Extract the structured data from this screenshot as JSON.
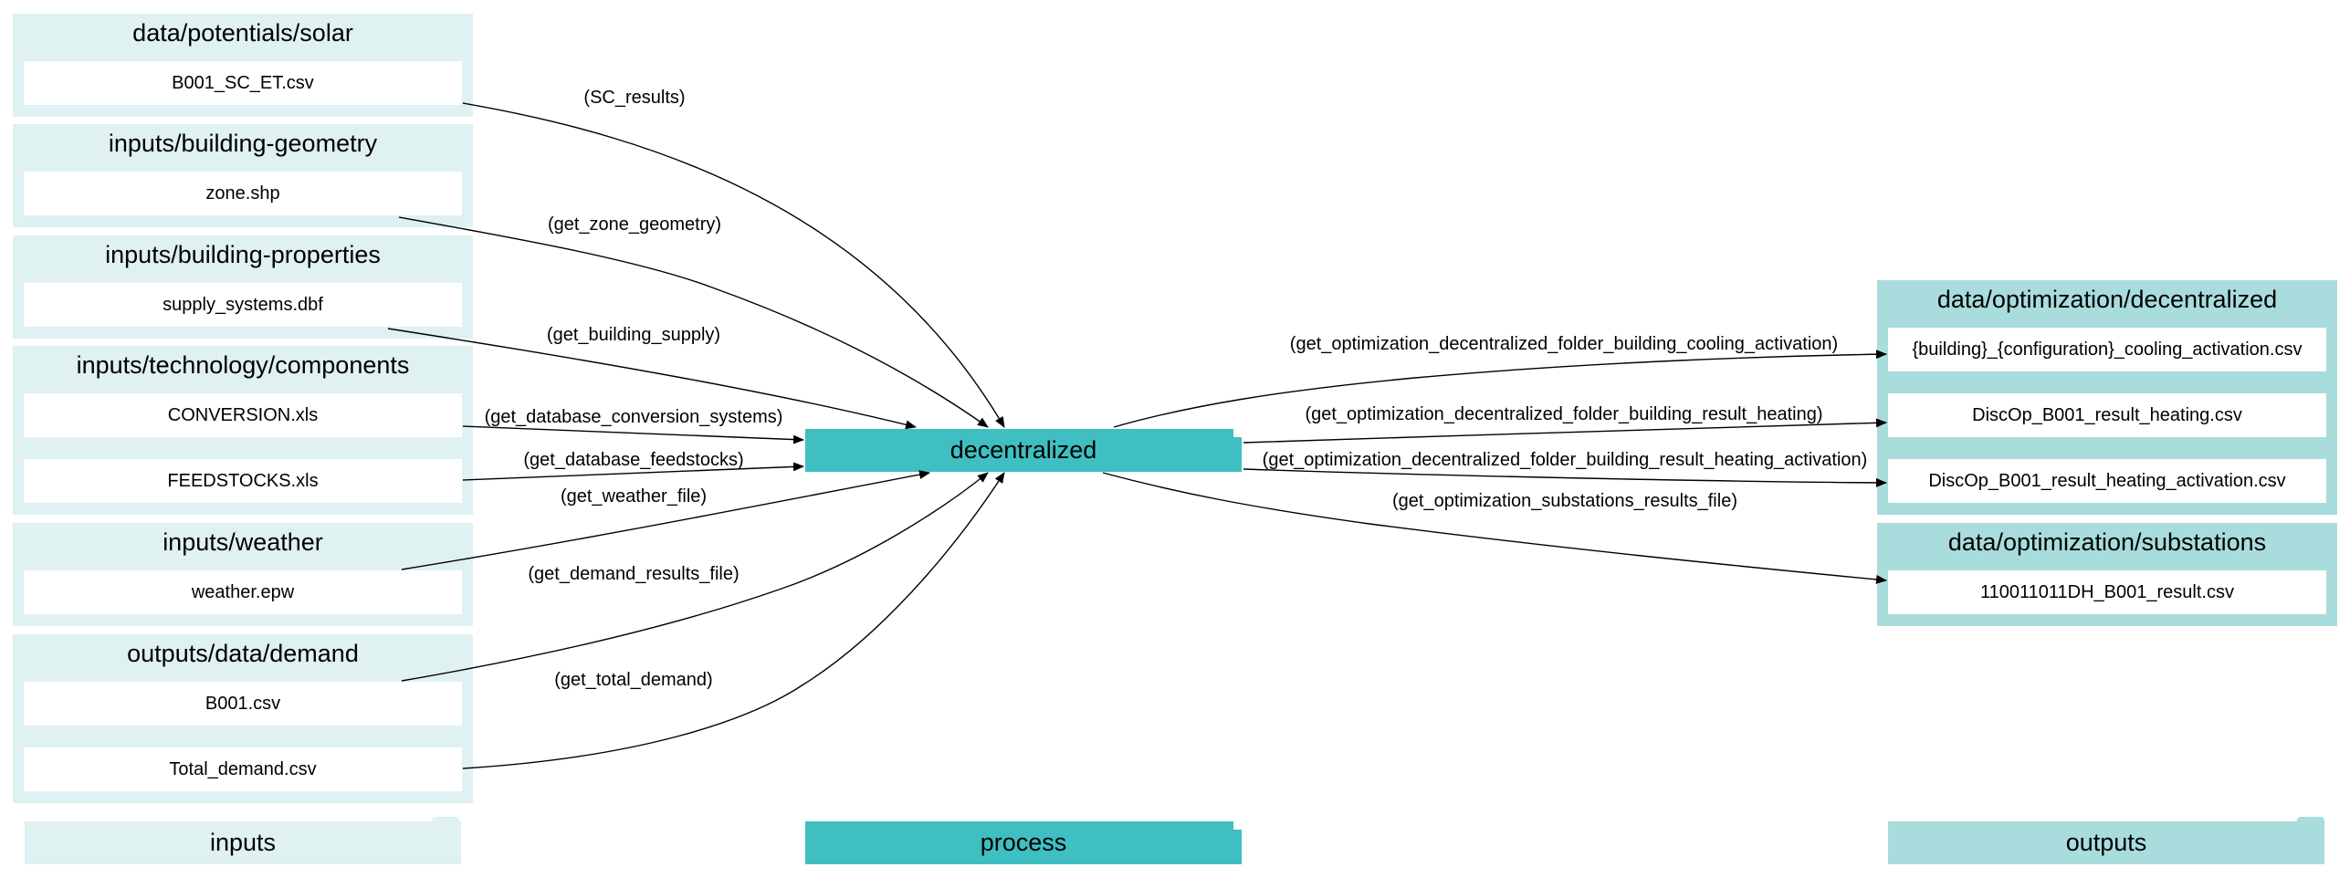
{
  "inputs": {
    "solar": {
      "title": "data/potentials/solar",
      "files": [
        "B001_SC_ET.csv"
      ]
    },
    "geometry": {
      "title": "inputs/building-geometry",
      "files": [
        "zone.shp"
      ]
    },
    "properties": {
      "title": "inputs/building-properties",
      "files": [
        "supply_systems.dbf"
      ]
    },
    "components": {
      "title": "inputs/technology/components",
      "files": [
        "CONVERSION.xls",
        "FEEDSTOCKS.xls"
      ]
    },
    "weather": {
      "title": "inputs/weather",
      "files": [
        "weather.epw"
      ]
    },
    "demand": {
      "title": "outputs/data/demand",
      "files": [
        "B001.csv",
        "Total_demand.csv"
      ]
    }
  },
  "process": {
    "label": "decentralized"
  },
  "outputs": {
    "decentralized": {
      "title": "data/optimization/decentralized",
      "files": [
        "{building}_{configuration}_cooling_activation.csv",
        "DiscOp_B001_result_heating.csv",
        "DiscOp_B001_result_heating_activation.csv"
      ]
    },
    "substations": {
      "title": "data/optimization/substations",
      "files": [
        "110011011DH_B001_result.csv"
      ]
    }
  },
  "edge_labels": {
    "sc_results": "(SC_results)",
    "zone_geometry": "(get_zone_geometry)",
    "building_supply": "(get_building_supply)",
    "conversion": "(get_database_conversion_systems)",
    "feedstocks": "(get_database_feedstocks)",
    "weather": "(get_weather_file)",
    "demand_results": "(get_demand_results_file)",
    "total_demand": "(get_total_demand)",
    "cooling_activation": "(get_optimization_decentralized_folder_building_cooling_activation)",
    "result_heating": "(get_optimization_decentralized_folder_building_result_heating)",
    "heating_activation": "(get_optimization_decentralized_folder_building_result_heating_activation)",
    "substations": "(get_optimization_substations_results_file)"
  },
  "legend": {
    "inputs": "inputs",
    "process": "process",
    "outputs": "outputs"
  },
  "colors": {
    "input_cluster": "#dff1f0",
    "process": "#3fbfc2",
    "output_cluster": "#a9dcdc"
  }
}
